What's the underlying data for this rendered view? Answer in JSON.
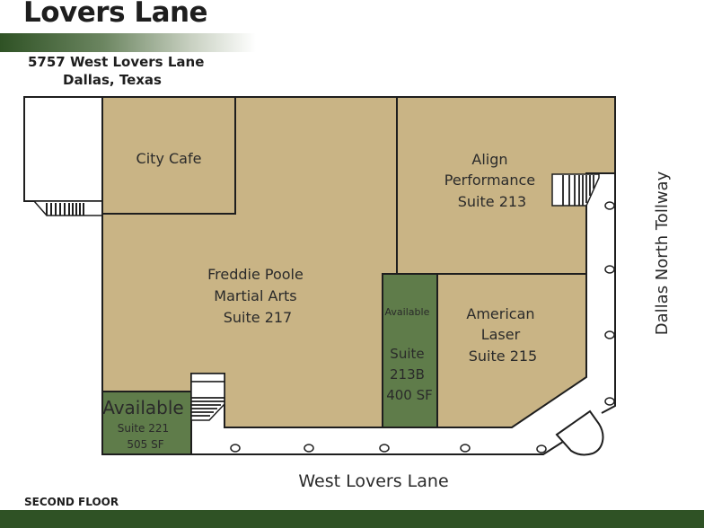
{
  "header": {
    "title": "Lovers Lane",
    "address_line1": "5757 West Lovers Lane",
    "address_line2": "Dallas, Texas"
  },
  "floor_label": "SECOND FLOOR",
  "streets": {
    "bottom": "West Lovers Lane",
    "right": "Dallas North Tollway"
  },
  "colors": {
    "leased": "#c9b485",
    "available": "#5f7c4a",
    "brand_green": "#2f5225",
    "outline": "#1e1e1e"
  },
  "suites": [
    {
      "id": "city-cafe",
      "lines": [
        "City Cafe"
      ],
      "status": "leased"
    },
    {
      "id": "suite-217",
      "lines": [
        "Freddie Poole",
        "Martial Arts",
        "Suite 217"
      ],
      "status": "leased"
    },
    {
      "id": "suite-213",
      "lines": [
        "Align",
        "Performance",
        "Suite 213"
      ],
      "status": "leased"
    },
    {
      "id": "suite-215",
      "lines": [
        "American",
        "Laser",
        "Suite 215"
      ],
      "status": "leased"
    },
    {
      "id": "suite-213b",
      "lines": [
        "Available",
        "Suite",
        "213B",
        "400 SF"
      ],
      "status": "available"
    },
    {
      "id": "suite-221",
      "lines": [
        "Available",
        "Suite 221",
        "505 SF"
      ],
      "status": "available"
    }
  ]
}
